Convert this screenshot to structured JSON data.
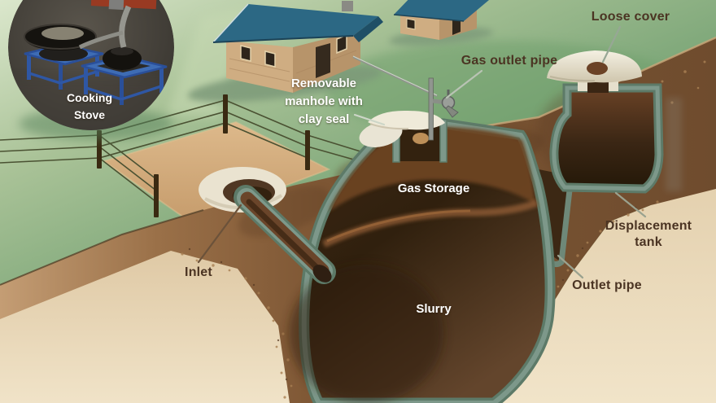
{
  "scene": {
    "type": "biogas-plant-cutaway-diagram",
    "inset": {
      "label": "Cooking Stove"
    },
    "labels": {
      "loose_cover": "Loose cover",
      "gas_outlet_pipe": "Gas outlet pipe",
      "removable_manhole": "Removable manhole with clay seal",
      "gas_storage": "Gas Storage",
      "displacement_tank": "Displacement tank",
      "outlet_pipe": "Outlet pipe",
      "inlet": "Inlet",
      "slurry": "Slurry",
      "cooking_stove": "Cooking Stove"
    },
    "colors": {
      "grass": "#7aa577",
      "grass_pale": "#d9e6cb",
      "soil_dark": "#6f4c2e",
      "soil_light": "#c49d74",
      "cutaway_cream": "#ead9ba",
      "slurry_dark": "#3a2817",
      "gas_zone_brown": "#6e4524",
      "concrete_lining": "#74907e",
      "cover_white": "#ece7d8",
      "roof_blue": "#2c6884",
      "wall_tan": "#c9a87e",
      "stove_blue": "#3e6cb4",
      "label_dark": "#4b3423",
      "label_light": "#ffffff"
    }
  }
}
